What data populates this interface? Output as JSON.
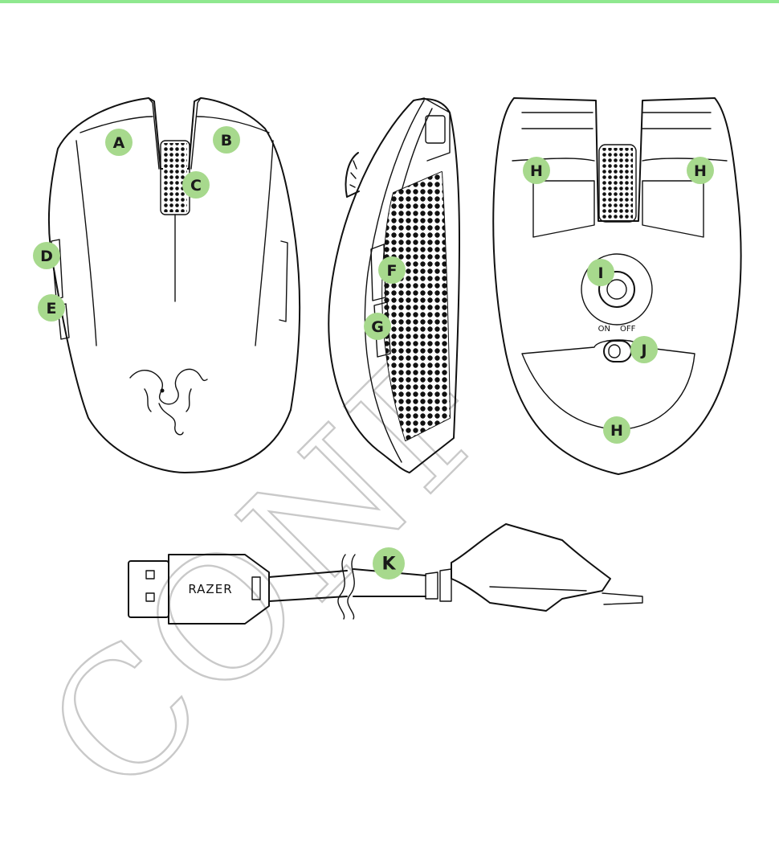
{
  "colors": {
    "accent": "#8fe88f",
    "callout": "#a7d98d",
    "watermark": "#c9c9c9"
  },
  "brand": {
    "cable_logo": "RAZER"
  },
  "switch": {
    "on": "ON",
    "off": "OFF"
  },
  "watermark": {
    "text": "CONF"
  },
  "callouts": {
    "A": "A",
    "B": "B",
    "C": "C",
    "D": "D",
    "E": "E",
    "F": "F",
    "G": "G",
    "H": "H",
    "I": "I",
    "J": "J",
    "K": "K"
  }
}
